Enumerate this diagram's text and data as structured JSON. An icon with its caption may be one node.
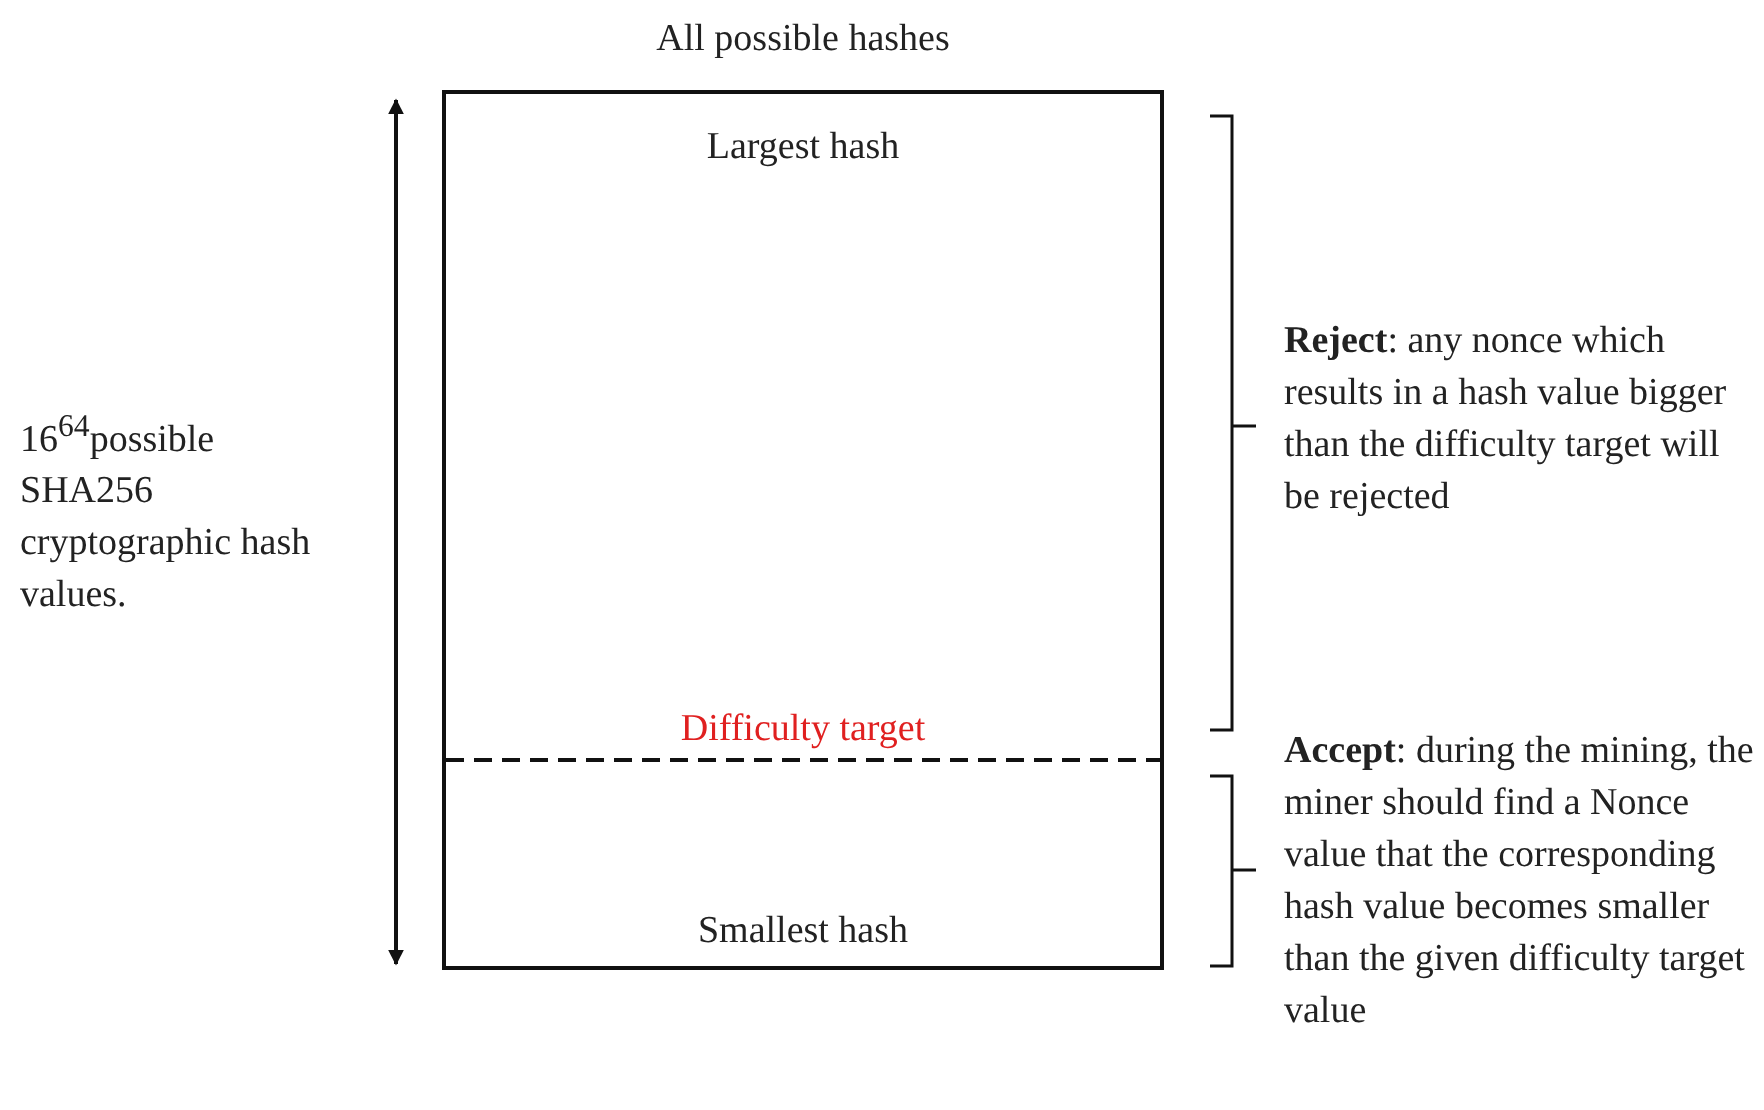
{
  "diagram": {
    "nodes": [
      {
        "text": [
          "All possible hashes",
          "Largest hash",
          "Difficulty target",
          "Smallest hash"
        ]
      }
    ],
    "labels": [
      "16$^{64}$possible SHA256 cryptographic hash values.",
      "**Reject**: any nonce which results in a hash value bigger than the difficulty target will be rejected",
      "**Accept**: during the mining, the miner should find a Nonce value that the corresponding hash value becomes smaller than the given difficulty target value"
    ]
  }
}
